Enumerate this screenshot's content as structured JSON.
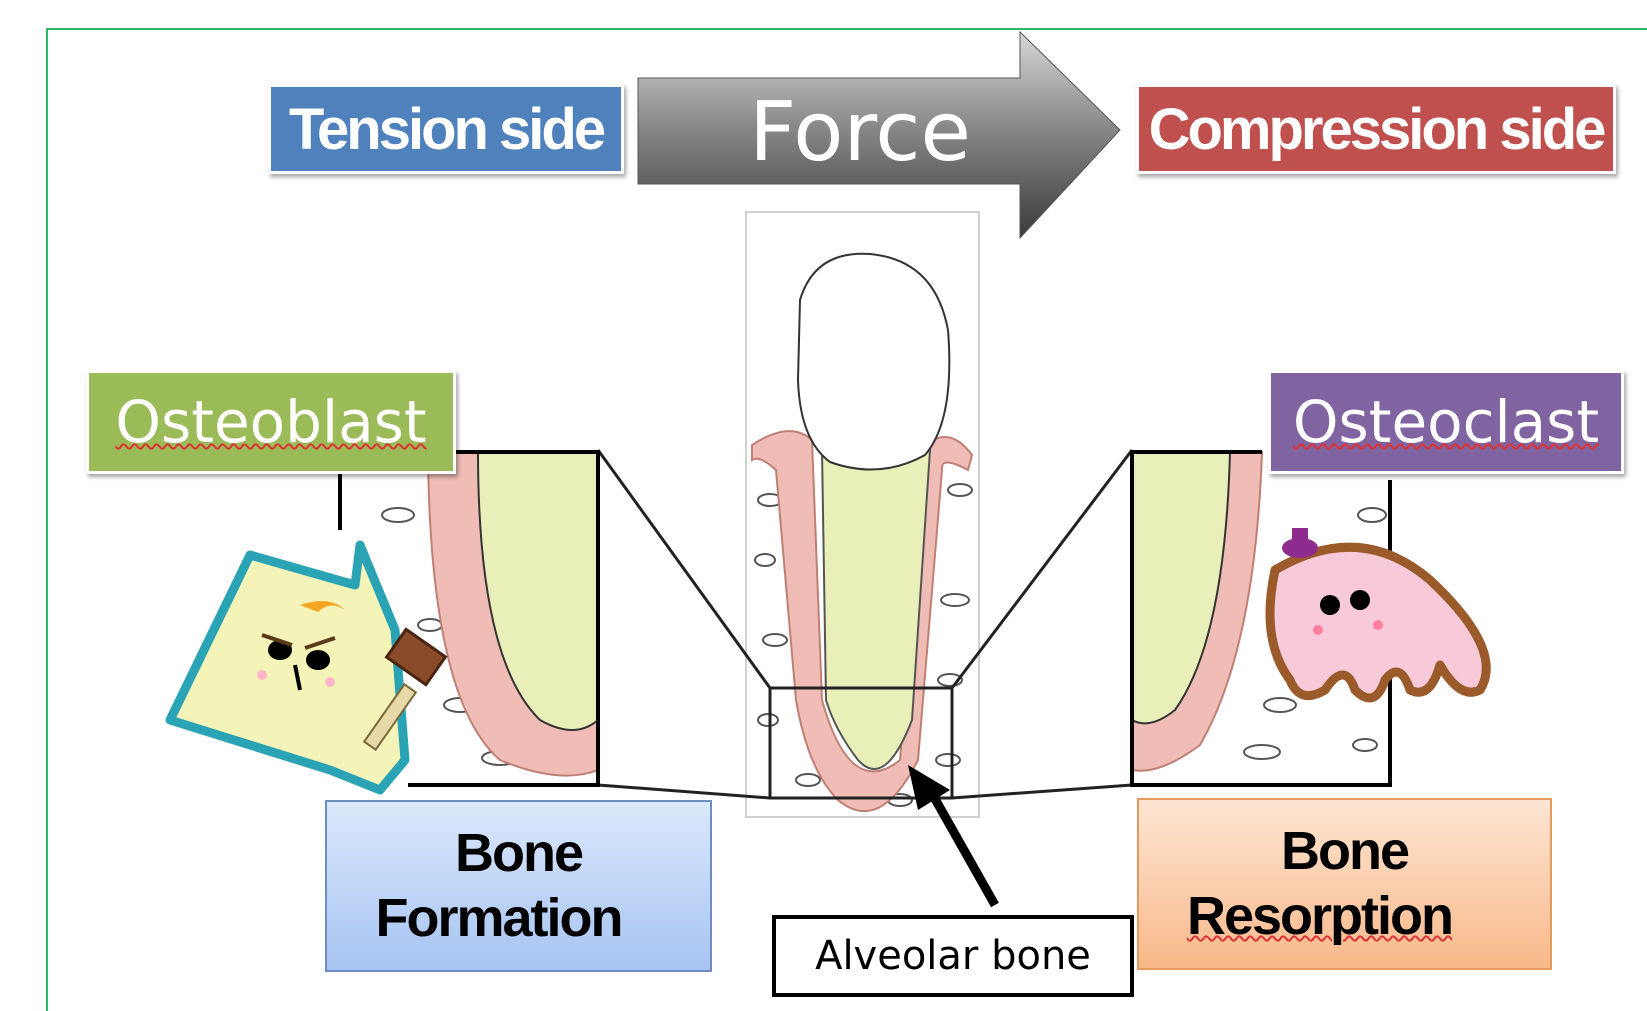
{
  "labels": {
    "tension": "Tension side",
    "force": "Force",
    "compression": "Compression side",
    "osteoblast": "Osteoblast",
    "osteoclast": "Osteoclast",
    "formation_line1": "Bone",
    "formation_line2": "Formation",
    "resorption_line1": "Bone",
    "resorption_line2": "Resorption",
    "alveolar": "Alveolar bone"
  },
  "colors": {
    "tension": "#4f81bd",
    "compression": "#c0504d",
    "osteoblast": "#9bbb59",
    "osteoclast": "#8064a2",
    "root": "#e8efb8",
    "ligament": "#efbdb5",
    "frame": "#2fb86a"
  }
}
